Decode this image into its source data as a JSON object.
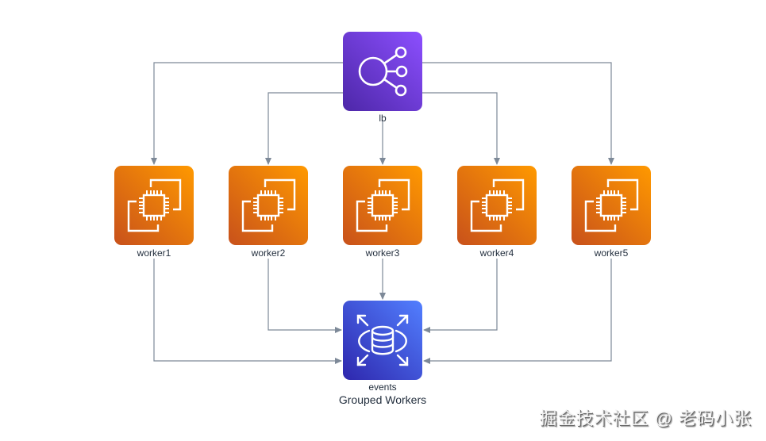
{
  "diagram": {
    "group_label": "Grouped Workers",
    "colors": {
      "edge": "#7d8998",
      "lb_start": "#4d27a8",
      "lb_end": "#8c4fff",
      "ec2_start": "#c8511b",
      "ec2_end": "#ff9900",
      "db_start": "#2e27ad",
      "db_end": "#527fff",
      "label": "#232f3e"
    },
    "nodes": [
      {
        "id": "lb",
        "label": "lb",
        "icon": "elastic-load-balancing-icon"
      },
      {
        "id": "worker1",
        "label": "worker1",
        "icon": "ec2-instances-icon"
      },
      {
        "id": "worker2",
        "label": "worker2",
        "icon": "ec2-instances-icon"
      },
      {
        "id": "worker3",
        "label": "worker3",
        "icon": "ec2-instances-icon"
      },
      {
        "id": "worker4",
        "label": "worker4",
        "icon": "ec2-instances-icon"
      },
      {
        "id": "worker5",
        "label": "worker5",
        "icon": "ec2-instances-icon"
      },
      {
        "id": "events",
        "label": "events",
        "icon": "rds-database-icon"
      }
    ],
    "edges": [
      {
        "from": "lb",
        "to": "worker1"
      },
      {
        "from": "lb",
        "to": "worker2"
      },
      {
        "from": "lb",
        "to": "worker3"
      },
      {
        "from": "lb",
        "to": "worker4"
      },
      {
        "from": "lb",
        "to": "worker5"
      },
      {
        "from": "worker1",
        "to": "events"
      },
      {
        "from": "worker2",
        "to": "events"
      },
      {
        "from": "worker3",
        "to": "events"
      },
      {
        "from": "worker4",
        "to": "events"
      },
      {
        "from": "worker5",
        "to": "events"
      }
    ]
  },
  "watermark": "掘金技术社区 @ 老码小张"
}
